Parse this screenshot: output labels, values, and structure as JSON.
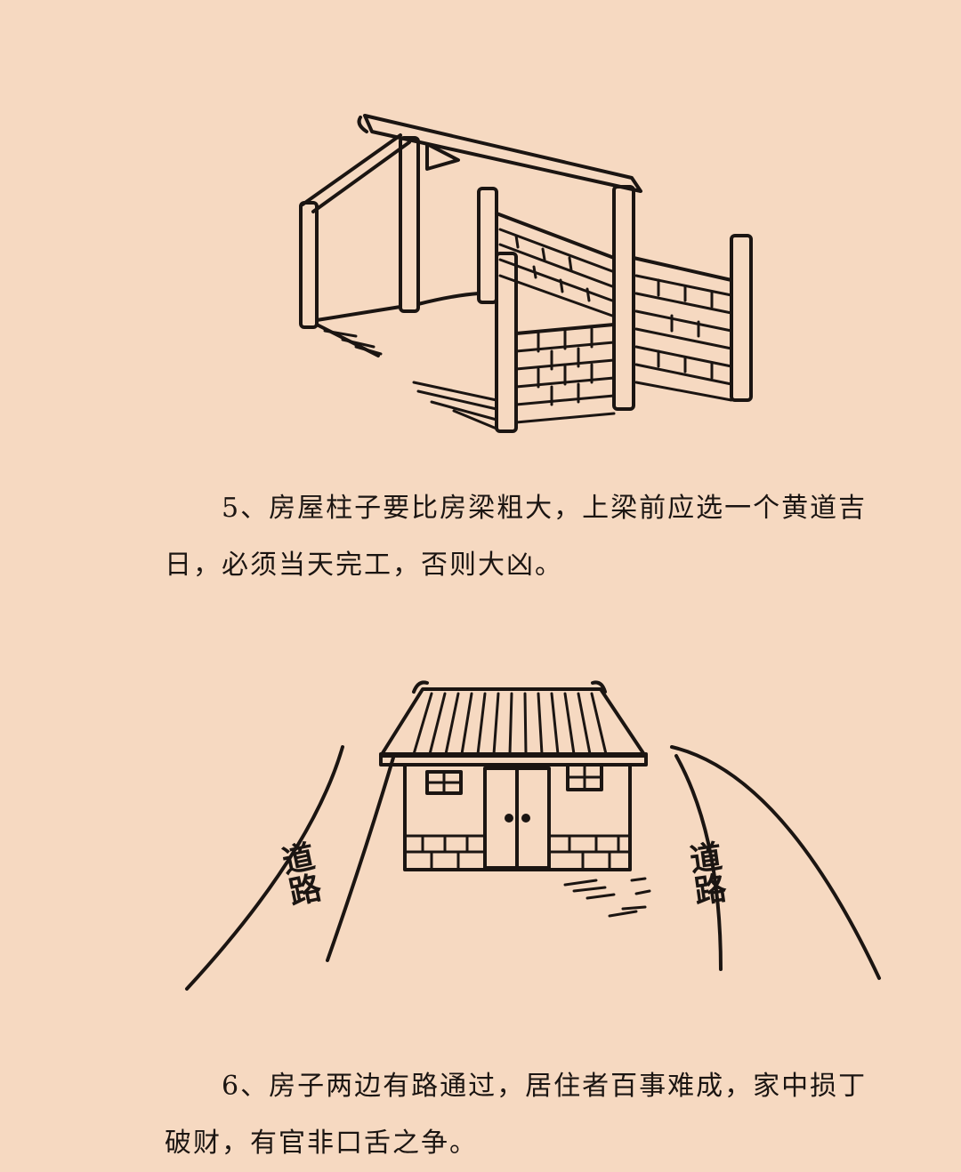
{
  "sections": [
    {
      "paragraph": "5、房屋柱子要比房梁粗大，上梁前应选一个黄道吉日，必须当天完工，否则大凶。",
      "illustration_icon": "house-frame-under-construction-icon"
    },
    {
      "paragraph": "6、房子两边有路通过，居住者百事难成，家中损丁破财，有官非口舌之争。",
      "illustration_icon": "house-between-roads-icon",
      "road_label_left": "道路",
      "road_label_right": "道路"
    }
  ],
  "colors": {
    "background": "#f6d9c1",
    "ink": "#1b1512"
  }
}
